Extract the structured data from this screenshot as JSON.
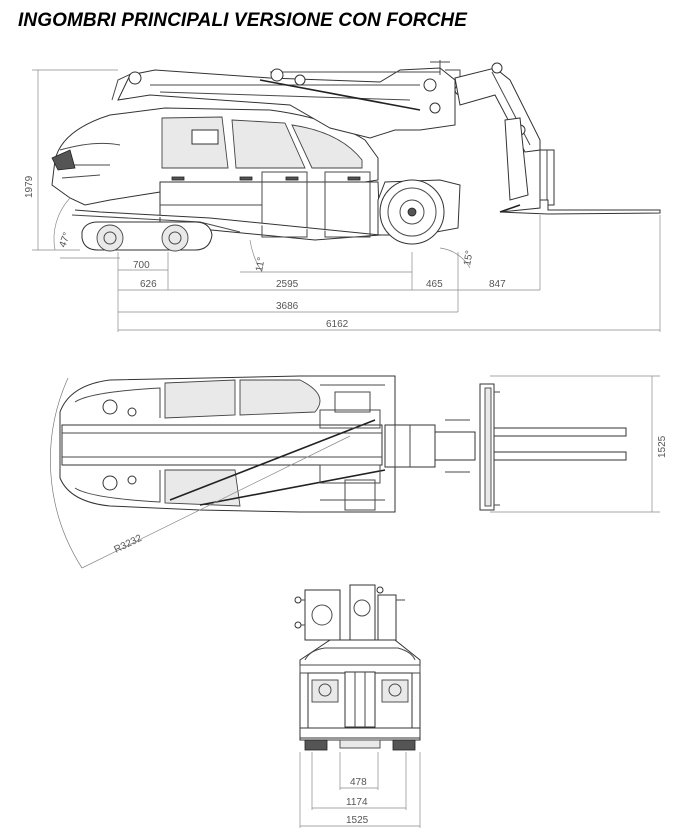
{
  "title": "INGOMBRI PRINCIPALI VERSIONE CON FORCHE",
  "side_view": {
    "height": "1979",
    "angle_front": "47°",
    "angle_mid": "11°",
    "angle_rear": "15°",
    "dim_700": "700",
    "dim_626": "626",
    "dim_2595": "2595",
    "dim_465": "465",
    "dim_847": "847",
    "dim_3686": "3686",
    "dim_6162": "6162"
  },
  "top_view": {
    "width": "1525",
    "radius": "R3232"
  },
  "front_view": {
    "dim_478": "478",
    "dim_1174": "1174",
    "dim_1525": "1525"
  }
}
